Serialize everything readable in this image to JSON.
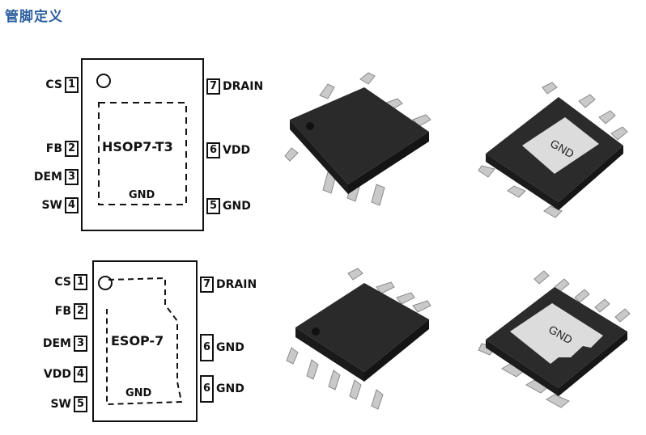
{
  "title": "管脚定义",
  "hsop": {
    "name": "HSOP7-T3",
    "pad": "GND",
    "left_pins": [
      {
        "num": "1",
        "label": "CS"
      },
      {
        "num": "2",
        "label": "FB"
      },
      {
        "num": "3",
        "label": "DEM"
      },
      {
        "num": "4",
        "label": "SW"
      }
    ],
    "right_pins": [
      {
        "num": "7",
        "label": "DRAIN"
      },
      {
        "num": "6",
        "label": "VDD"
      },
      {
        "num": "5",
        "label": "GND"
      }
    ],
    "render_bottom_label": "GND"
  },
  "esop": {
    "name": "ESOP-7",
    "pad": "GND",
    "left_pins": [
      {
        "num": "1",
        "label": "CS"
      },
      {
        "num": "2",
        "label": "FB"
      },
      {
        "num": "3",
        "label": "DEM"
      },
      {
        "num": "4",
        "label": "VDD"
      },
      {
        "num": "5",
        "label": "SW"
      }
    ],
    "right_pins": [
      {
        "num": "7",
        "label": "DRAIN"
      },
      {
        "num": "6",
        "label": "GND"
      },
      {
        "num": "6",
        "label": "GND"
      }
    ],
    "render_bottom_label": "GND"
  }
}
